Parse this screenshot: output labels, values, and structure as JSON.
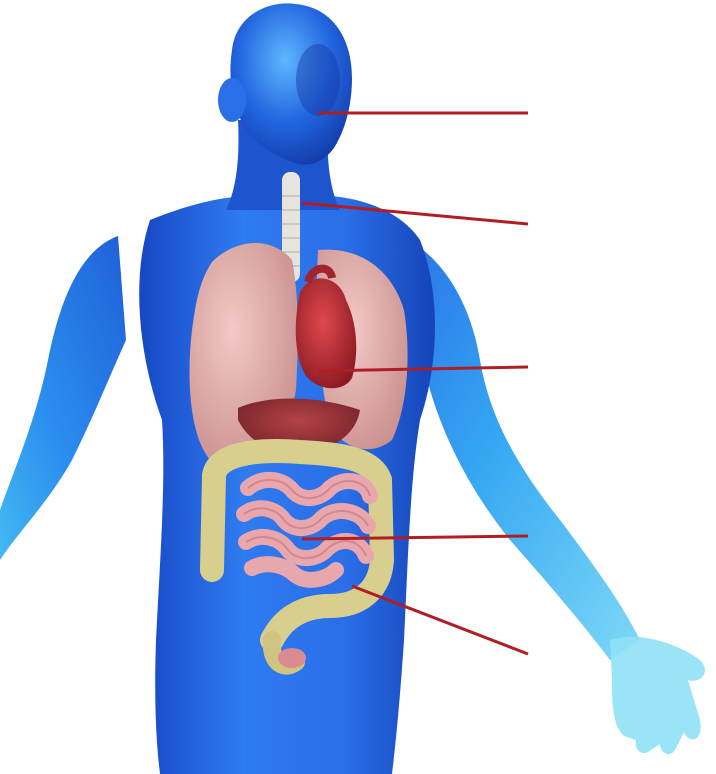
{
  "figure": {
    "background": "#ffffff",
    "body_color": "#1f5fd8",
    "body_highlight": "#3fb6f0",
    "leader_line_color": "#b01e24"
  },
  "structures": [
    {
      "name": "mouth",
      "label": ""
    },
    {
      "name": "trachea",
      "label": ""
    },
    {
      "name": "heart",
      "label": ""
    },
    {
      "name": "small-intestine",
      "label": ""
    },
    {
      "name": "large-intestine",
      "label": ""
    }
  ]
}
